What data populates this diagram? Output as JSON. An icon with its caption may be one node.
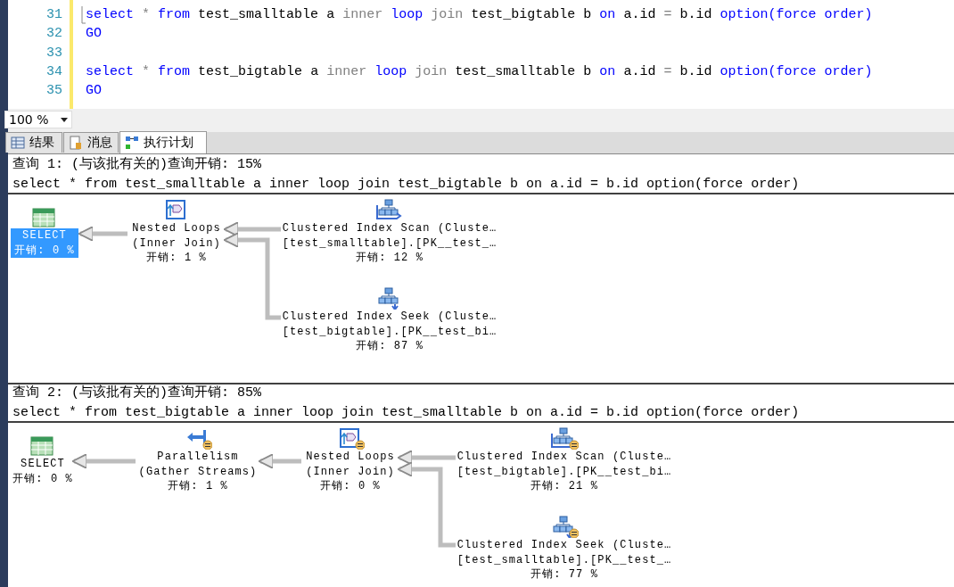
{
  "diagram": {
    "nodes": [
      {
        "text": [
          "SELECT",
          "开销: 0 %"
        ]
      },
      {
        "text": [
          "Nested Loops",
          "(Inner Join)",
          "开销: 1 %"
        ]
      },
      {
        "text": [
          "Clustered Index Scan (Cluste…",
          "[test_smalltable].[PK__test_…",
          "开销: 12 %"
        ]
      },
      {
        "text": [
          "Clustered Index Seek (Cluste…",
          "[test_bigtable].[PK__test_bi…",
          "开销: 87 %"
        ]
      },
      {
        "text": [
          "SELECT",
          "开销: 0 %"
        ]
      },
      {
        "text": [
          "Parallelism",
          "(Gather Streams)",
          "开销: 1 %"
        ]
      },
      {
        "text": [
          "Nested Loops",
          "(Inner Join)",
          "开销: 0 %"
        ]
      },
      {
        "text": [
          "Clustered Index Scan (Cluste…",
          "[test_bigtable].[PK__test_bi…",
          "开销: 21 %"
        ]
      },
      {
        "text": [
          "Clustered Index Seek (Cluste…",
          "[test_smalltable].[PK__test_…",
          "开销: 77 %"
        ]
      }
    ],
    "edges": [
      {
        "from": 1,
        "to": 0,
        "arrow": "to"
      },
      {
        "from": 2,
        "to": 1,
        "arrow": "to"
      },
      {
        "from": 3,
        "to": 1,
        "arrow": "to"
      },
      {
        "from": 5,
        "to": 4,
        "arrow": "to"
      },
      {
        "from": 6,
        "to": 5,
        "arrow": "to"
      },
      {
        "from": 7,
        "to": 6,
        "arrow": "to"
      },
      {
        "from": 8,
        "to": 6,
        "arrow": "to"
      }
    ],
    "labels": [
      "31",
      "select * from test_smalltable a inner loop join test_bigtable b on a.id = b.id option(force order)",
      "32",
      "GO",
      "33",
      "34",
      "select * from test_bigtable a inner loop join test_smalltable b on a.id = b.id option(force order)",
      "35",
      "GO",
      "100 %",
      "结果",
      "消息",
      "执行计划",
      "查询 1: (与该批有关的)查询开销: 15%",
      "select * from test_smalltable a inner loop join test_bigtable b on a.id = b.id option(force order)",
      "查询 2: (与该批有关的)查询开销: 85%",
      "select * from test_bigtable a inner loop join test_smalltable b on a.id = b.id option(force order)"
    ]
  }
}
